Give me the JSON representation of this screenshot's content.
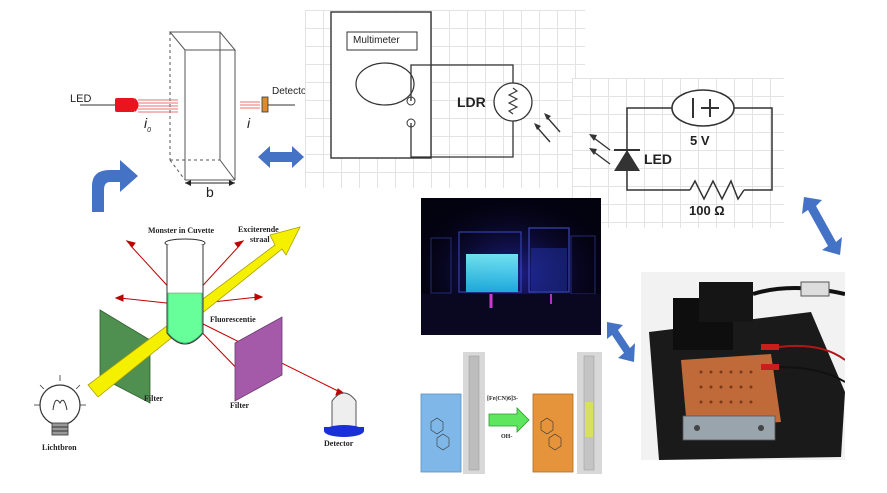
{
  "beer_lambert": {
    "led_label": "LED",
    "detector_label": "Detector",
    "i0_label": "i",
    "i0_subscript": "0",
    "i_label": "i",
    "b_label": "b"
  },
  "multimeter_circuit": {
    "multimeter_label": "Multimeter",
    "ldr_label": "LDR",
    "led_label": "LED",
    "voltage_label": "5 V",
    "resistor_label": "100 Ω"
  },
  "fluorescence": {
    "sample_label": "Monster in Cuvette",
    "excitation_label_1": "Exciterende",
    "excitation_label_2": "straal",
    "fluorescence_label": "Fluorescentie",
    "filter_left_label": "Filter",
    "filter_right_label": "Filter",
    "lightsource_label": "Lichtbron",
    "detector_label": "Detector"
  },
  "reaction": {
    "reagent_label": "[Fe(CN)6]3-",
    "condition_label": "OH-"
  },
  "colors": {
    "arrow_blue": "#4472c4",
    "beam_yellow": "#f4f000",
    "fluor_green": "#66ff99",
    "filter_green": "#4f8f4f",
    "filter_purple": "#a45aa8",
    "ray_red": "#c00000",
    "detector_blue": "#1a2fd6"
  }
}
